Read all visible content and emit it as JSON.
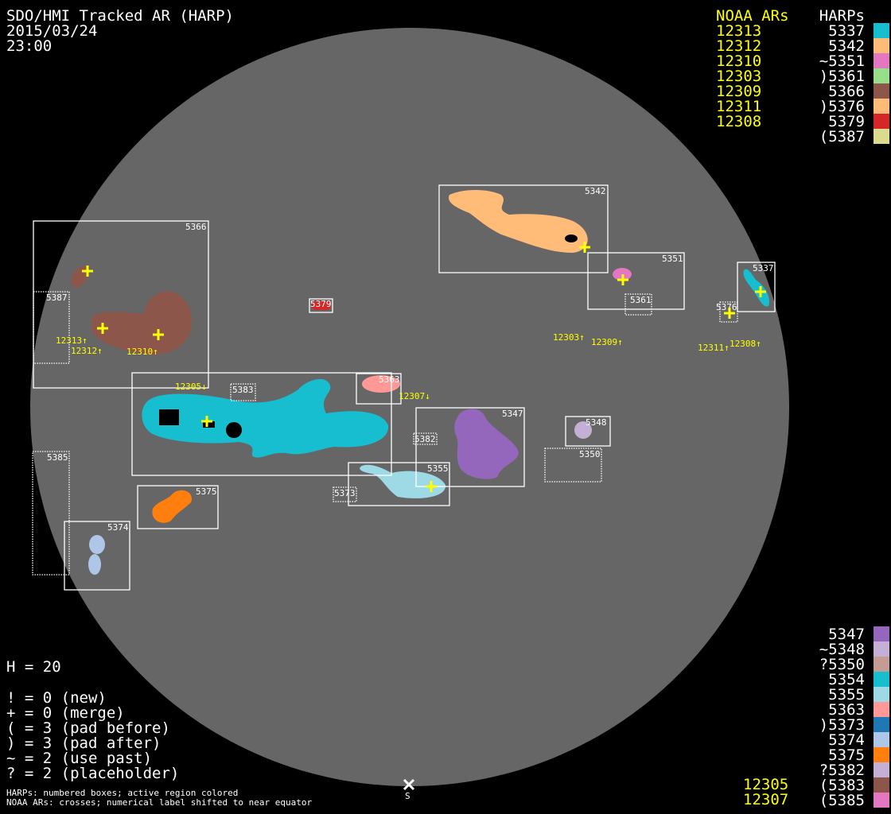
{
  "header": {
    "title": "SDO/HMI Tracked AR (HARP)",
    "date": "2015/03/24",
    "time": "23:00"
  },
  "legend_top": {
    "noaa_header": "NOAA ARs",
    "harp_header": "HARPs",
    "noaa": [
      "12313",
      "12312",
      "12310",
      "12303",
      "12309",
      "12311",
      "12308"
    ],
    "harps": [
      {
        "label": "5337",
        "color": "#17becf"
      },
      {
        "label": "5342",
        "color": "#ffbb78"
      },
      {
        "label": "~5351",
        "color": "#e377c2"
      },
      {
        "label": ")5361",
        "color": "#98df8a"
      },
      {
        "label": "5366",
        "color": "#8c564b"
      },
      {
        "label": ")5376",
        "color": "#ffbb78"
      },
      {
        "label": "5379",
        "color": "#d62728"
      },
      {
        "label": "(5387",
        "color": "#dbdb8d"
      }
    ]
  },
  "legend_bottom": {
    "noaa": [
      "12305",
      "12307"
    ],
    "harps": [
      {
        "label": "5347",
        "color": "#9467bd"
      },
      {
        "label": "~5348",
        "color": "#c5b0d5"
      },
      {
        "label": "?5350",
        "color": "#c49c94"
      },
      {
        "label": "5354",
        "color": "#17becf"
      },
      {
        "label": "5355",
        "color": "#9edae5"
      },
      {
        "label": "5363",
        "color": "#ff9896"
      },
      {
        "label": ")5373",
        "color": "#1f77b4"
      },
      {
        "label": "5374",
        "color": "#aec7e8"
      },
      {
        "label": "5375",
        "color": "#ff7f0e"
      },
      {
        "label": "?5382",
        "color": "#c5b0d5"
      },
      {
        "label": "(5383",
        "color": "#8c564b"
      },
      {
        "label": "(5385",
        "color": "#e377c2"
      }
    ]
  },
  "stats": {
    "h": "H = 20",
    "lines": [
      "! = 0 (new)",
      "+ = 0 (merge)",
      "( = 3 (pad before)",
      ") = 3 (pad after)",
      "~ = 2 (use past)",
      "? = 2 (placeholder)"
    ]
  },
  "footer": {
    "line1": "HARPs: numbered boxes; active region colored",
    "line2": "NOAA ARs: crosses; numerical label shifted to near equator"
  },
  "disk": {
    "south_marker": "S",
    "disk_color": "#666666",
    "box_labels": {
      "b5366": "5366",
      "b5387": "5387",
      "b5379": "5379",
      "b5342": "5342",
      "b5351": "5351",
      "b5361": "5361",
      "b5337": "5337",
      "b5376": "5376",
      "b5383": "5383",
      "b5363": "5363",
      "b5347": "5347",
      "b5382": "5382",
      "b5355": "5355",
      "b5373": "5373",
      "b5348": "5348",
      "b5350": "5350",
      "b5375": "5375",
      "b5385": "5385",
      "b5374": "5374"
    },
    "noaa_labels": {
      "n12313": "12313↑",
      "n12312": "12312↑",
      "n12310": "12310↑",
      "n12305": "12305↓",
      "n12307": "12307↓",
      "n12303": "12303↑",
      "n12309": "12309↑",
      "n12311": "12311↑",
      "n12308": "12308↑"
    }
  }
}
